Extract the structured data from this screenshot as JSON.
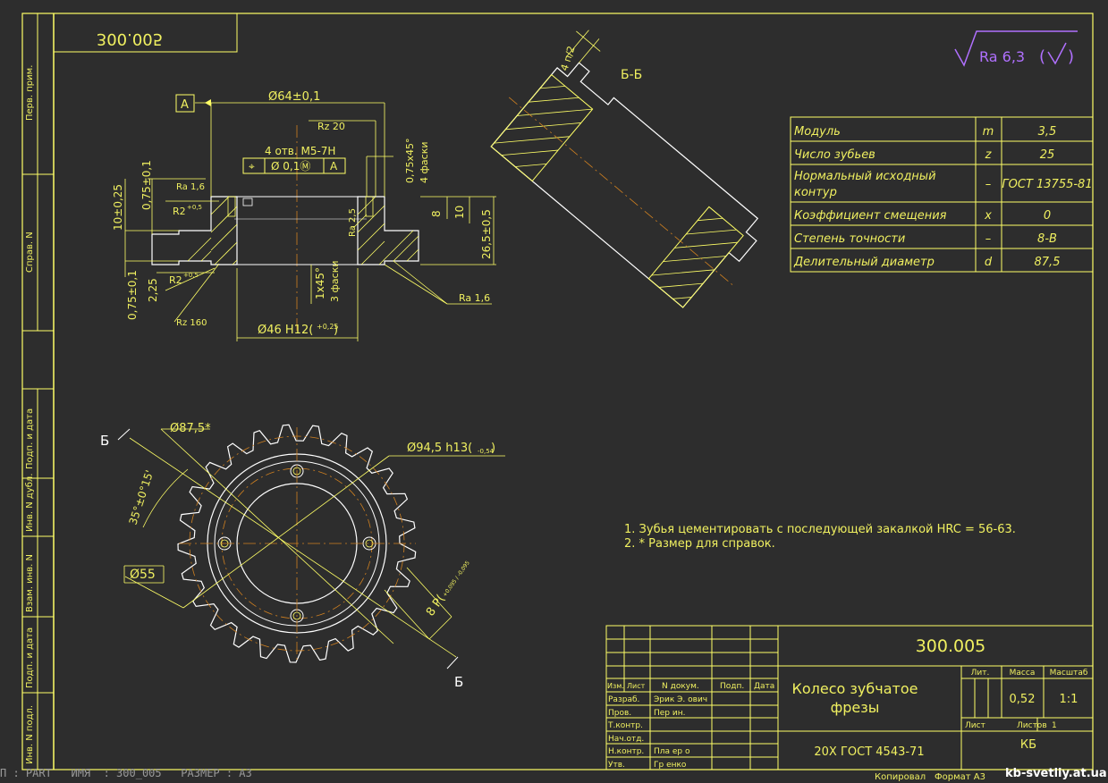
{
  "title_block": {
    "designation": "300.005",
    "designation_mirrored": "300.005",
    "part_name_line1": "Колесо зубчатое",
    "part_name_line2": "фрезы",
    "material": "20Х ГОСТ 4543-71",
    "org": "КБ",
    "lit_label": "Лит.",
    "mass_label": "Масса",
    "scale_label": "Масштаб",
    "mass": "0,52",
    "scale": "1:1",
    "sheet_label": "Лист",
    "sheets_label": "Листов",
    "sheets": "1",
    "col_headers": [
      "Изм.",
      "Лист",
      "N докум.",
      "Подп.",
      "Дата"
    ],
    "rows": [
      {
        "label": "Разраб.",
        "name": "Эрик Э. ович"
      },
      {
        "label": "Пров.",
        "name": "Пер ин."
      },
      {
        "label": "Т.контр.",
        "name": ""
      },
      {
        "label": "Нач.отд.",
        "name": ""
      },
      {
        "label": "Н.контр.",
        "name": "Пла  ер  о"
      },
      {
        "label": "Утв.",
        "name": "Гр енко"
      }
    ],
    "copied_label": "Копировал",
    "format_label": "Формат А3"
  },
  "side_stamp": [
    "Перв. прим.",
    "Справ. N",
    "Подп. и дата",
    "Инв. N дубл.",
    "Взам. инв. N",
    "Подп. и дата",
    "Инв. N подл."
  ],
  "roughness_general": "Ra 6,3",
  "gear_params": {
    "rows": [
      {
        "name": "Модуль",
        "symbol": "m",
        "value": "3,5"
      },
      {
        "name": "Число зубьев",
        "symbol": "z",
        "value": "25"
      },
      {
        "name": "Нормальный исходный контур",
        "name_l1": "Нормальный исходный",
        "name_l2": "контур",
        "symbol": "–",
        "value": "ГОСТ 13755-81"
      },
      {
        "name": "Коэффициент смещения",
        "symbol": "x",
        "value": "0"
      },
      {
        "name": "Степень точности",
        "symbol": "–",
        "value": "8-В"
      },
      {
        "name": "Делительный диаметр",
        "symbol": "d",
        "value": "87,5"
      }
    ]
  },
  "notes": [
    "1. Зубья цементировать с последующей закалкой HRC = 56-63.",
    "2. * Размер для справок."
  ],
  "section_view": {
    "label": "Б-Б",
    "dim_top": "4 п/2"
  },
  "front_view": {
    "datum": "A",
    "dim_diam64": "Ø64±0,1",
    "rz20": "Rz 20",
    "holes": "4 отв. М5-7Н",
    "tolerance_frame": [
      "⌖",
      "Ø 0,1Ⓜ",
      "A"
    ],
    "chamfer_top": "0,75x45°",
    "chamfer_top_count": "4 фаски",
    "ra16_left": "Ra 1,6",
    "r2_upper": "R2",
    "r2_upper_sup": "+0,5",
    "r2_lower": "R2",
    "r2_lower_sup": "+0,5",
    "rz160": "Rz 160",
    "dim_10": "10±0,25",
    "dim_075_top": "0,75±0,1",
    "dim_075_bottom": "0,75±0,1",
    "dim_225": "2,25",
    "ra25": "Ra 2,5",
    "dim_8": "8",
    "dim_10b": "10",
    "dim_265": "26,5±0,5",
    "chamfer_1x45": "1x45°",
    "chamfer_3": "3 фаски",
    "ra16_right": "Ra 1,6",
    "dim_diam46": "Ø46 H12(",
    "dim_diam46_tol": "+0,25",
    "dim_diam46_close": ")"
  },
  "gear_view": {
    "section_mark": "Б",
    "dim_875": "Ø87,5*",
    "dim_945": "Ø94,5 h13(",
    "dim_945_tol": "-0,54",
    "dim_945_close": ")",
    "angle": "35°±0°15'",
    "dim_55": "Ø55",
    "dim_8p": "8 P(",
    "dim_8p_tol": "+0,095 / -0,095"
  },
  "status_bar": "П : PART   ИМЯ  : 300_005   РАЗМЕР : А3",
  "site": "kb-svetliy.at.ua",
  "colors": {
    "background": "#2d2d2d",
    "frame": "#ffff66",
    "text": "#f0f060",
    "purple": "#b070ff",
    "white": "#ffffff",
    "orange": "#d08020",
    "green": "#60e060"
  }
}
